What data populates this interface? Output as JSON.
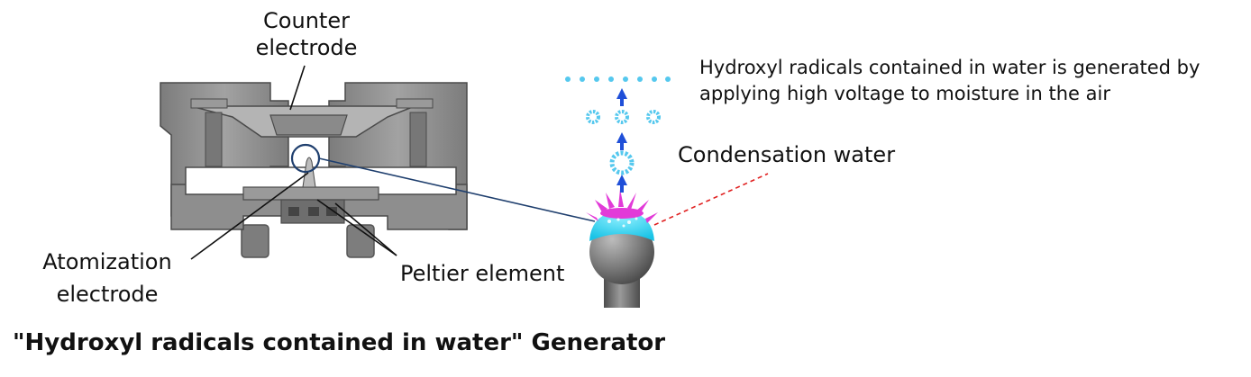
{
  "labels": {
    "counter_electrode": [
      "Counter",
      "electrode"
    ],
    "atomization_electrode": [
      "Atomization",
      "electrode"
    ],
    "peltier_element": "Peltier element",
    "condensation_water": "Condensation water"
  },
  "description": [
    "Hydroxyl radicals contained in water is generated by",
    "applying high voltage to moisture in the air"
  ],
  "caption": "\"Hydroxyl radicals contained in water\" Generator",
  "colors": {
    "device_body": "#8a8a8a",
    "device_dark": "#555555",
    "connector_line": "#1f3f6e",
    "leader_dashed": "#e02020",
    "water_cap": "#2fd8f0",
    "discharge": "#e23ad8",
    "arrow": "#1f4fd8",
    "radical": "#55c8ee"
  },
  "icons": [
    "up-arrow-icon",
    "radical-ring-icon",
    "radical-dot-icon"
  ]
}
